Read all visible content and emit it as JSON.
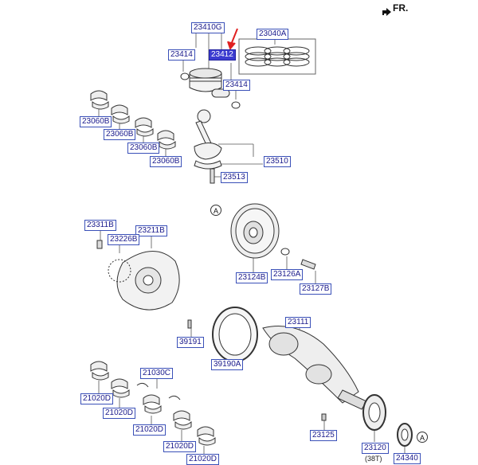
{
  "direction_label": "FR.",
  "highlight_color": "#3c3cd0",
  "label_border_color": "#3a50b8",
  "arrow_color": "#e02020",
  "reference_markers": [
    "A",
    "A"
  ],
  "note_teeth": "(38T)",
  "parts": [
    {
      "id": "23410G",
      "text": "23410G"
    },
    {
      "id": "23040A",
      "text": "23040A"
    },
    {
      "id": "23414a",
      "text": "23414"
    },
    {
      "id": "23412",
      "text": "23412",
      "highlighted": true
    },
    {
      "id": "23414b",
      "text": "23414"
    },
    {
      "id": "23060B1",
      "text": "23060B"
    },
    {
      "id": "23060B2",
      "text": "23060B"
    },
    {
      "id": "23060B3",
      "text": "23060B"
    },
    {
      "id": "23060B4",
      "text": "23060B"
    },
    {
      "id": "23510",
      "text": "23510"
    },
    {
      "id": "23513",
      "text": "23513"
    },
    {
      "id": "23311B",
      "text": "23311B"
    },
    {
      "id": "23211B",
      "text": "23211B"
    },
    {
      "id": "23226B",
      "text": "23226B"
    },
    {
      "id": "23124B",
      "text": "23124B"
    },
    {
      "id": "23126A",
      "text": "23126A"
    },
    {
      "id": "23127B",
      "text": "23127B"
    },
    {
      "id": "23111",
      "text": "23111"
    },
    {
      "id": "39191",
      "text": "39191"
    },
    {
      "id": "39190A",
      "text": "39190A"
    },
    {
      "id": "21030C",
      "text": "21030C"
    },
    {
      "id": "21020D1",
      "text": "21020D"
    },
    {
      "id": "21020D2",
      "text": "21020D"
    },
    {
      "id": "21020D3",
      "text": "21020D"
    },
    {
      "id": "21020D4",
      "text": "21020D"
    },
    {
      "id": "21020D5",
      "text": "21020D"
    },
    {
      "id": "23125",
      "text": "23125"
    },
    {
      "id": "23120",
      "text": "23120"
    },
    {
      "id": "24340",
      "text": "24340"
    }
  ]
}
